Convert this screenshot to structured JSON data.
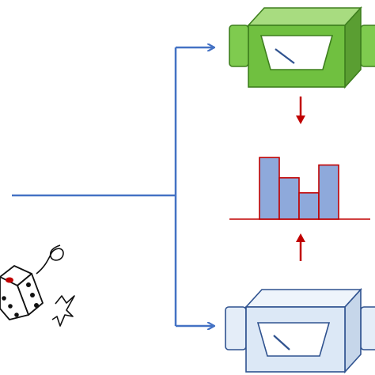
{
  "colors": {
    "line": "#4472C4",
    "arrow_red": "#C00000",
    "detector_top": {
      "body": "#70C040",
      "top_face": "#A8DC80",
      "side_face": "#5A9E32",
      "outline": "#3E7F1E",
      "pipe": "#7FCB4F"
    },
    "detector_bottom": {
      "body": "#DCE8F6",
      "top_face": "#EEF4FB",
      "side_face": "#C6D6EA",
      "outline": "#2F528F",
      "pipe": "#E4EDF8"
    },
    "histogram_bar": "#8EA9DB",
    "histogram_bar_outline": "#C00000",
    "histogram_baseline": "#C00000",
    "dice_body": "#ffffff",
    "dice_outline": "#111111",
    "dice_pip": "#111111",
    "dice_red_pip": "#C00000"
  },
  "chart_data": {
    "type": "bar",
    "categories": [
      "",
      "",
      "",
      ""
    ],
    "values": [
      0.82,
      0.55,
      0.35,
      0.72
    ],
    "ylim": [
      0,
      1
    ],
    "title": "",
    "xlabel": "",
    "ylabel": ""
  }
}
